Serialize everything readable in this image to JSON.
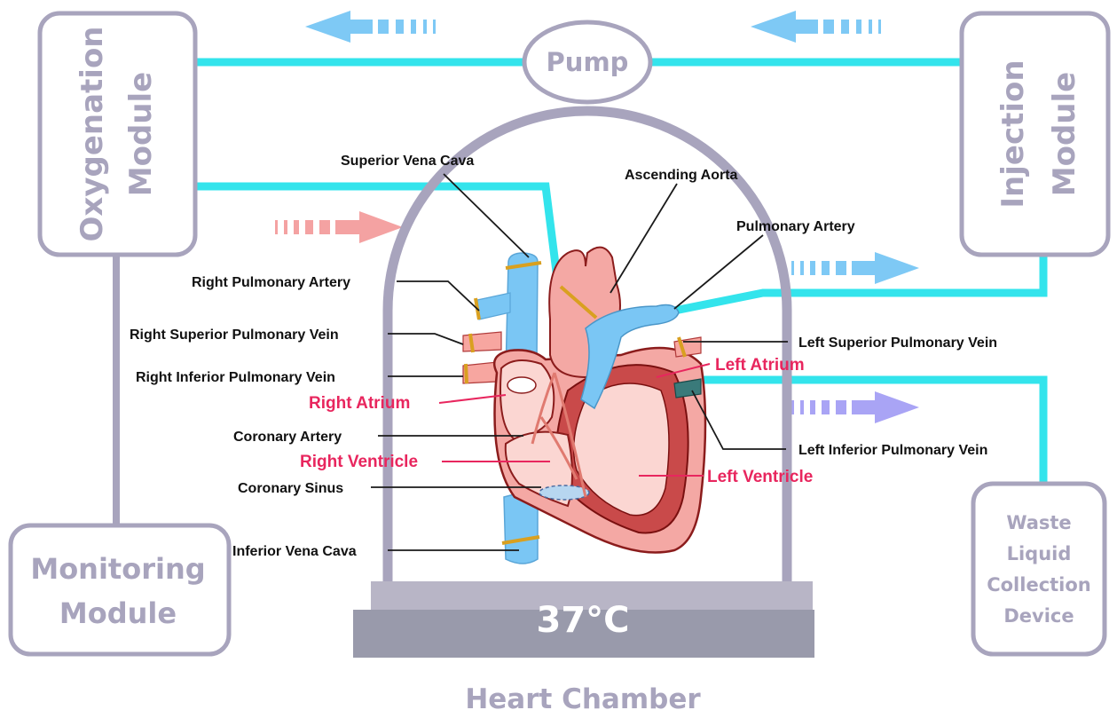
{
  "modules": {
    "oxygenation": [
      "Oxygenation",
      "Module"
    ],
    "injection": [
      "Injection",
      "Module"
    ],
    "monitoring": [
      "Monitoring",
      "Module"
    ],
    "waste": [
      "Waste",
      "Liquid",
      "Collection",
      "Device"
    ],
    "pump": "Pump"
  },
  "chamber": {
    "temperature": "37°C",
    "title": "Heart Chamber"
  },
  "heart_labels": {
    "superior_vena_cava": "Superior Vena Cava",
    "ascending_aorta": "Ascending Aorta",
    "pulmonary_artery": "Pulmonary Artery",
    "right_pulmonary_artery": "Right Pulmonary Artery",
    "right_superior_pulmonary_vein": "Right Superior Pulmonary Vein",
    "right_inferior_pulmonary_vein": "Right Inferior Pulmonary Vein",
    "right_atrium": "Right Atrium",
    "coronary_artery": "Coronary Artery",
    "right_ventricle": "Right Ventricle",
    "coronary_sinus": "Coronary Sinus",
    "inferior_vena_cava": "Inferior Vena Cava",
    "left_superior_pulmonary_vein": "Left Superior Pulmonary Vein",
    "left_atrium": "Left Atrium",
    "left_inferior_pulmonary_vein": "Left Inferior Pulmonary Vein",
    "left_ventricle": "Left Ventricle"
  },
  "colors": {
    "pipe": "#33e4ec",
    "module_stroke": "#a8a4bd",
    "label_red": "#e8265e",
    "arrow_blue": "#7ec9f5",
    "arrow_pink": "#f4a2a2",
    "arrow_violet": "#a9a4f5"
  }
}
